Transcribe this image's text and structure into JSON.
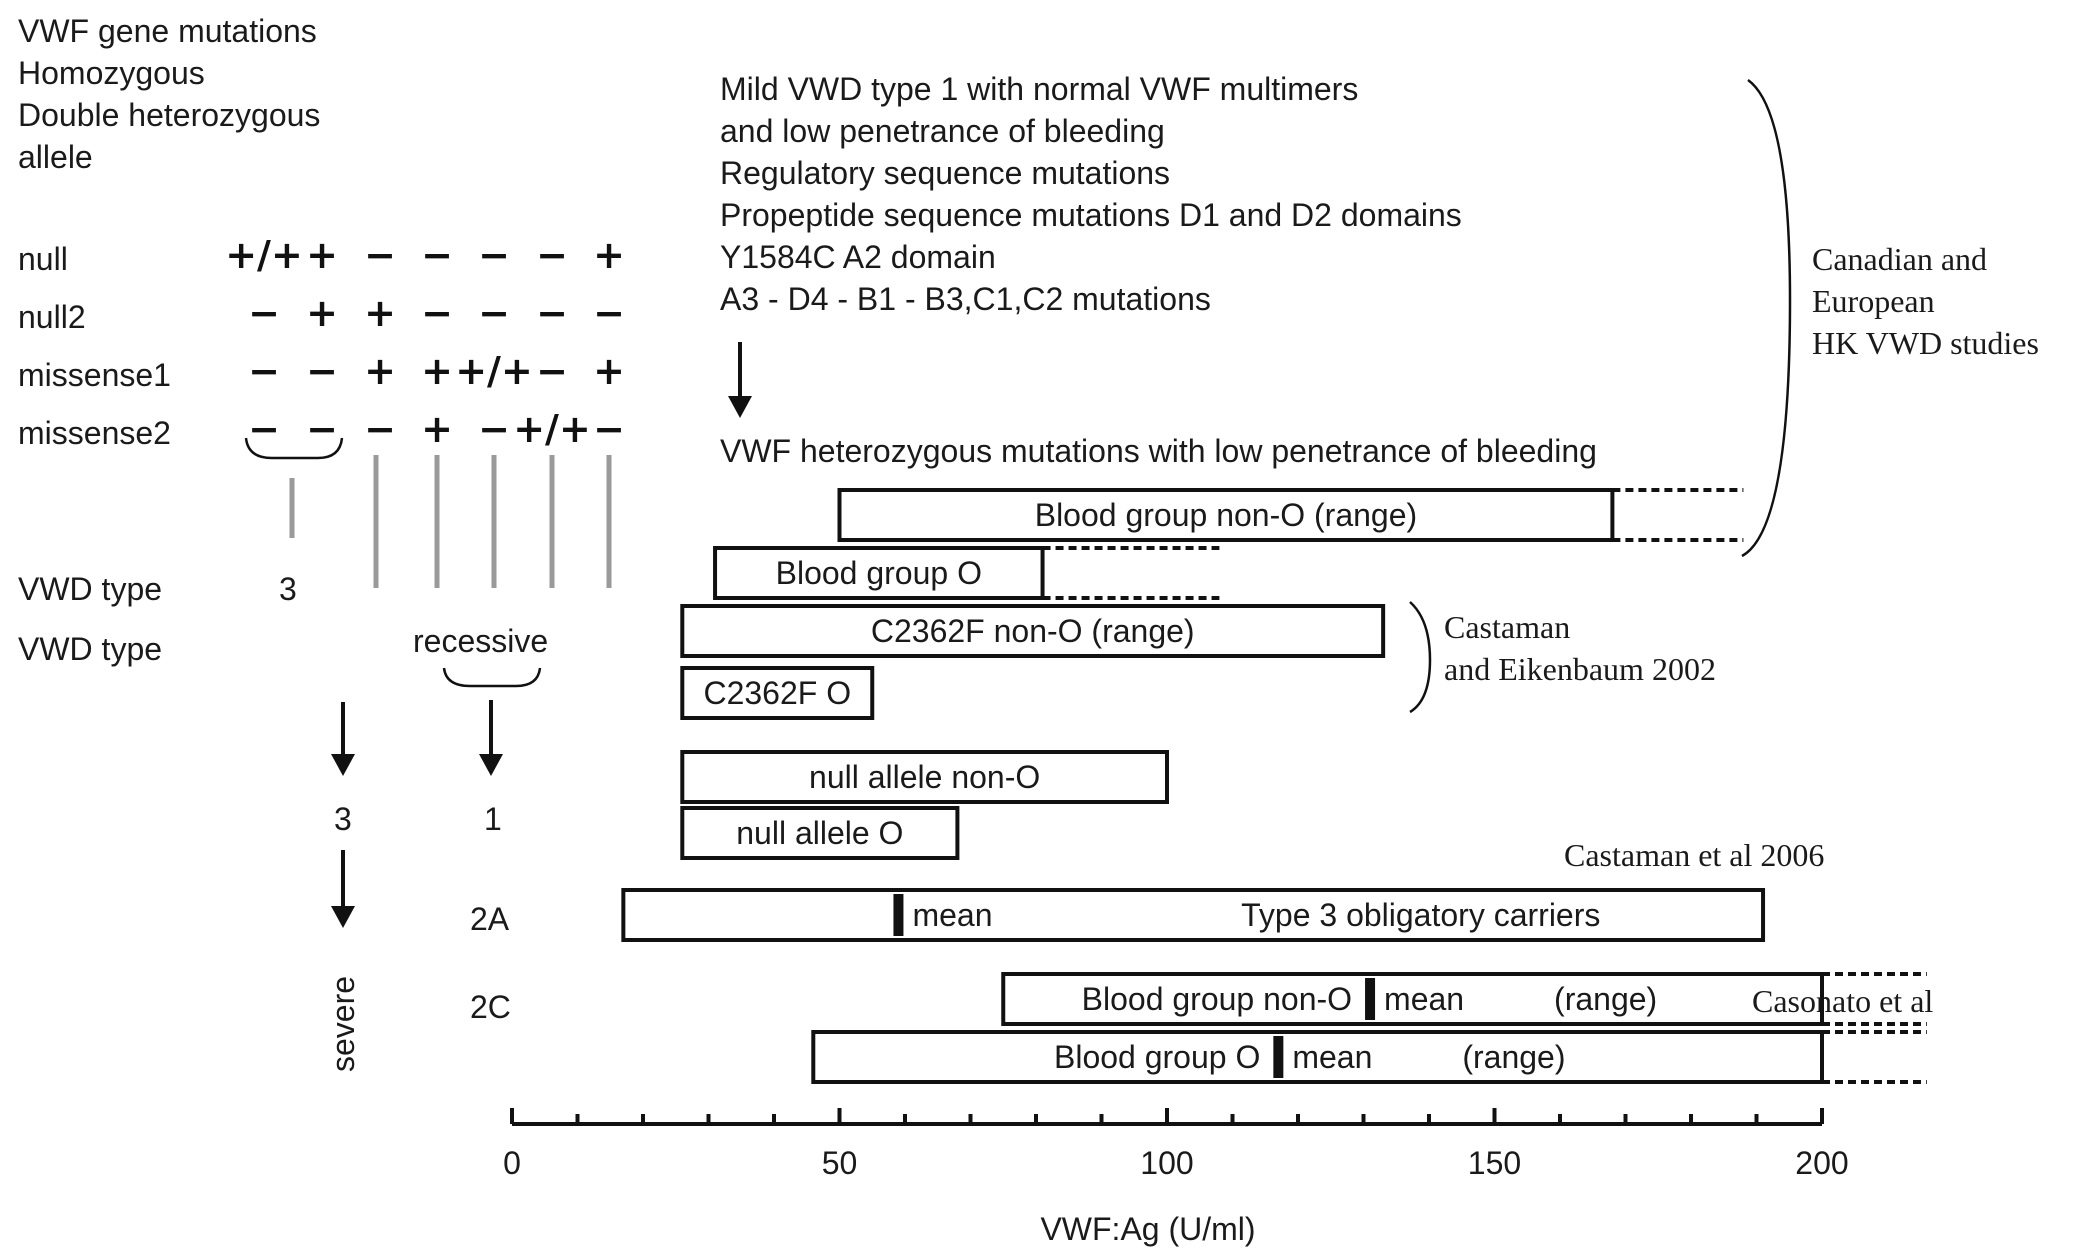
{
  "header_lines": [
    "VWF gene mutations",
    "Homozygous",
    "Double heterozygous",
    "allele"
  ],
  "row_labels": [
    "null",
    "null2",
    "missense1",
    "missense2"
  ],
  "genotype_grid": [
    [
      "+/+",
      "+",
      "−",
      "−",
      "−",
      "−",
      "+"
    ],
    [
      "−",
      "+",
      "+",
      "−",
      "−",
      "−",
      "−"
    ],
    [
      "−",
      "−",
      "+",
      "+",
      "+/+",
      "−",
      "+"
    ],
    [
      "−",
      "−",
      "−",
      "+",
      "−",
      "+/+",
      "−"
    ]
  ],
  "type_labels": {
    "row1": "VWD type",
    "row2": "VWD type",
    "type3": "3",
    "recessive": "recessive"
  },
  "outcomes": {
    "left_3": "3",
    "right_1": "1",
    "t2a": "2A",
    "t2c": "2C",
    "severe": "severe"
  },
  "top_text_lines": [
    "Mild VWD type 1 with normal VWF multimers",
    "and low penetrance of bleeding",
    "Regulatory sequence mutations",
    "Propeptide sequence mutations D1 and D2 domains",
    "Y1584C A2 domain",
    "A3 - D4 - B1 - B3,C1,C2 mutations"
  ],
  "het_text": "VWF heterozygous mutations with low penetrance of bleeding",
  "citations": {
    "canadian": [
      "Canadian and",
      "European",
      "HK VWD studies"
    ],
    "castaman2002": [
      "Castaman",
      "and Eikenbaum 2002"
    ],
    "castaman2006": "Castaman et al 2006",
    "casonato": "Casonato et al"
  },
  "chart_data": {
    "type": "range-bar",
    "xlabel": "VWF:Ag (U/ml)",
    "xlim": [
      0,
      200
    ],
    "ticks": [
      0,
      50,
      100,
      150,
      200
    ],
    "minor_step": 10,
    "bars": [
      {
        "label": "Blood group non-O (range)",
        "start": 50,
        "end": 168,
        "dashed_to": 188,
        "mean": null,
        "mean_label": ""
      },
      {
        "label": "Blood group O",
        "start": 31,
        "end": 81,
        "dashed_to": 108,
        "mean": null,
        "mean_label": ""
      },
      {
        "label": "C2362F non-O (range)",
        "start": 26,
        "end": 133,
        "dashed_to": null,
        "mean": null,
        "mean_label": ""
      },
      {
        "label": "C2362F O",
        "start": 26,
        "end": 55,
        "dashed_to": null,
        "mean": null,
        "mean_label": ""
      },
      {
        "label": "null allele non-O",
        "start": 26,
        "end": 100,
        "dashed_to": null,
        "mean": null,
        "mean_label": ""
      },
      {
        "label": "null allele O",
        "start": 26,
        "end": 68,
        "dashed_to": null,
        "mean": null,
        "mean_label": ""
      },
      {
        "label": "Type 3 obligatory carriers",
        "start": 17,
        "end": 191,
        "dashed_to": null,
        "mean": 59,
        "mean_label": "mean"
      },
      {
        "label": "Blood group non-O",
        "start": 75,
        "end": 200,
        "dashed_to": 216,
        "mean": 131,
        "mean_label": "mean",
        "range_label": "(range)"
      },
      {
        "label": "Blood group O",
        "start": 46,
        "end": 200,
        "dashed_to": 216,
        "mean": 117,
        "mean_label": "mean",
        "range_label": "(range)"
      }
    ]
  }
}
